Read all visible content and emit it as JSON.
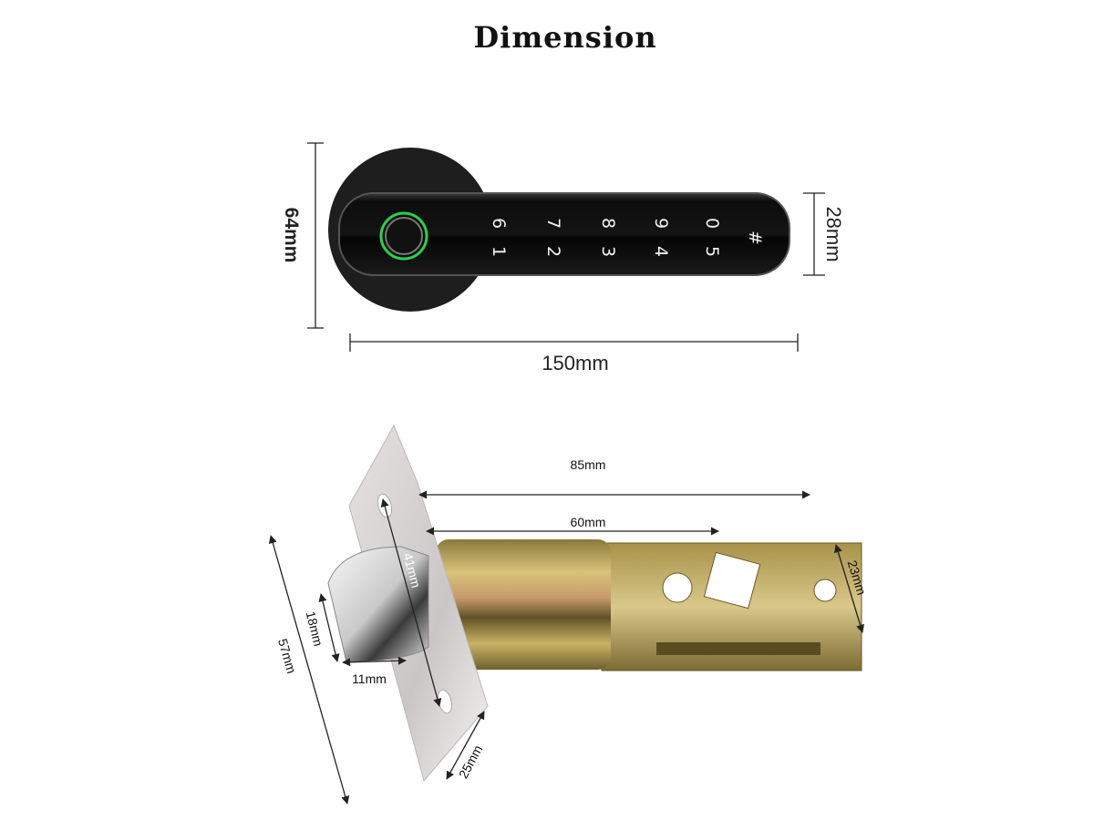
{
  "title": "Dimension",
  "lever": {
    "height_label": "64mm",
    "handle_height_label": "28mm",
    "length_label": "150mm",
    "keypad_top_row": [
      "6",
      "7",
      "8",
      "9",
      "0"
    ],
    "keypad_bottom_row": [
      "1",
      "2",
      "3",
      "4",
      "5"
    ],
    "hash_key": "#",
    "fingerprint_ring_color": "#27d34a"
  },
  "latch": {
    "length_total_label": "85mm",
    "backset_label": "60mm",
    "frame_width_label": "23mm",
    "hole_spacing_label": "41mm",
    "bolt_height_label": "18mm",
    "bolt_depth_label": "11mm",
    "plate_height_label": "57mm",
    "plate_width_label": "25mm"
  }
}
